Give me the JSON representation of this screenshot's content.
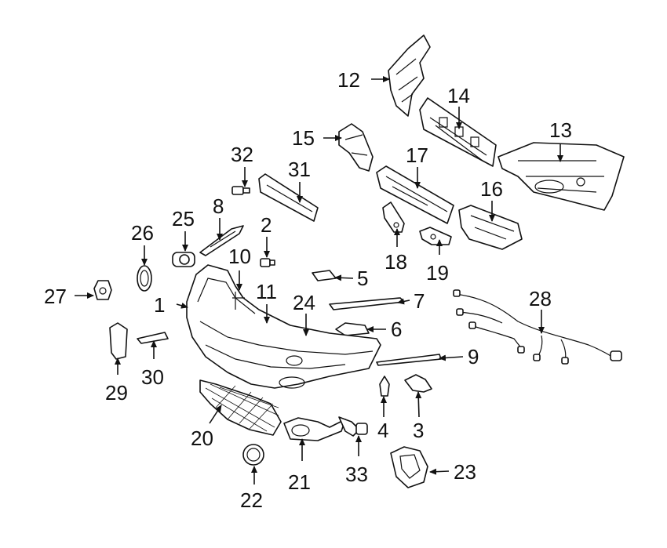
{
  "diagram": {
    "callouts": [
      "1",
      "2",
      "3",
      "4",
      "5",
      "6",
      "7",
      "8",
      "9",
      "10",
      "11",
      "12",
      "13",
      "14",
      "15",
      "16",
      "17",
      "18",
      "19",
      "20",
      "21",
      "22",
      "23",
      "24",
      "25",
      "26",
      "27",
      "28",
      "29",
      "30",
      "31",
      "32",
      "33"
    ]
  },
  "colors": {
    "line": "#111111",
    "background": "#ffffff"
  }
}
